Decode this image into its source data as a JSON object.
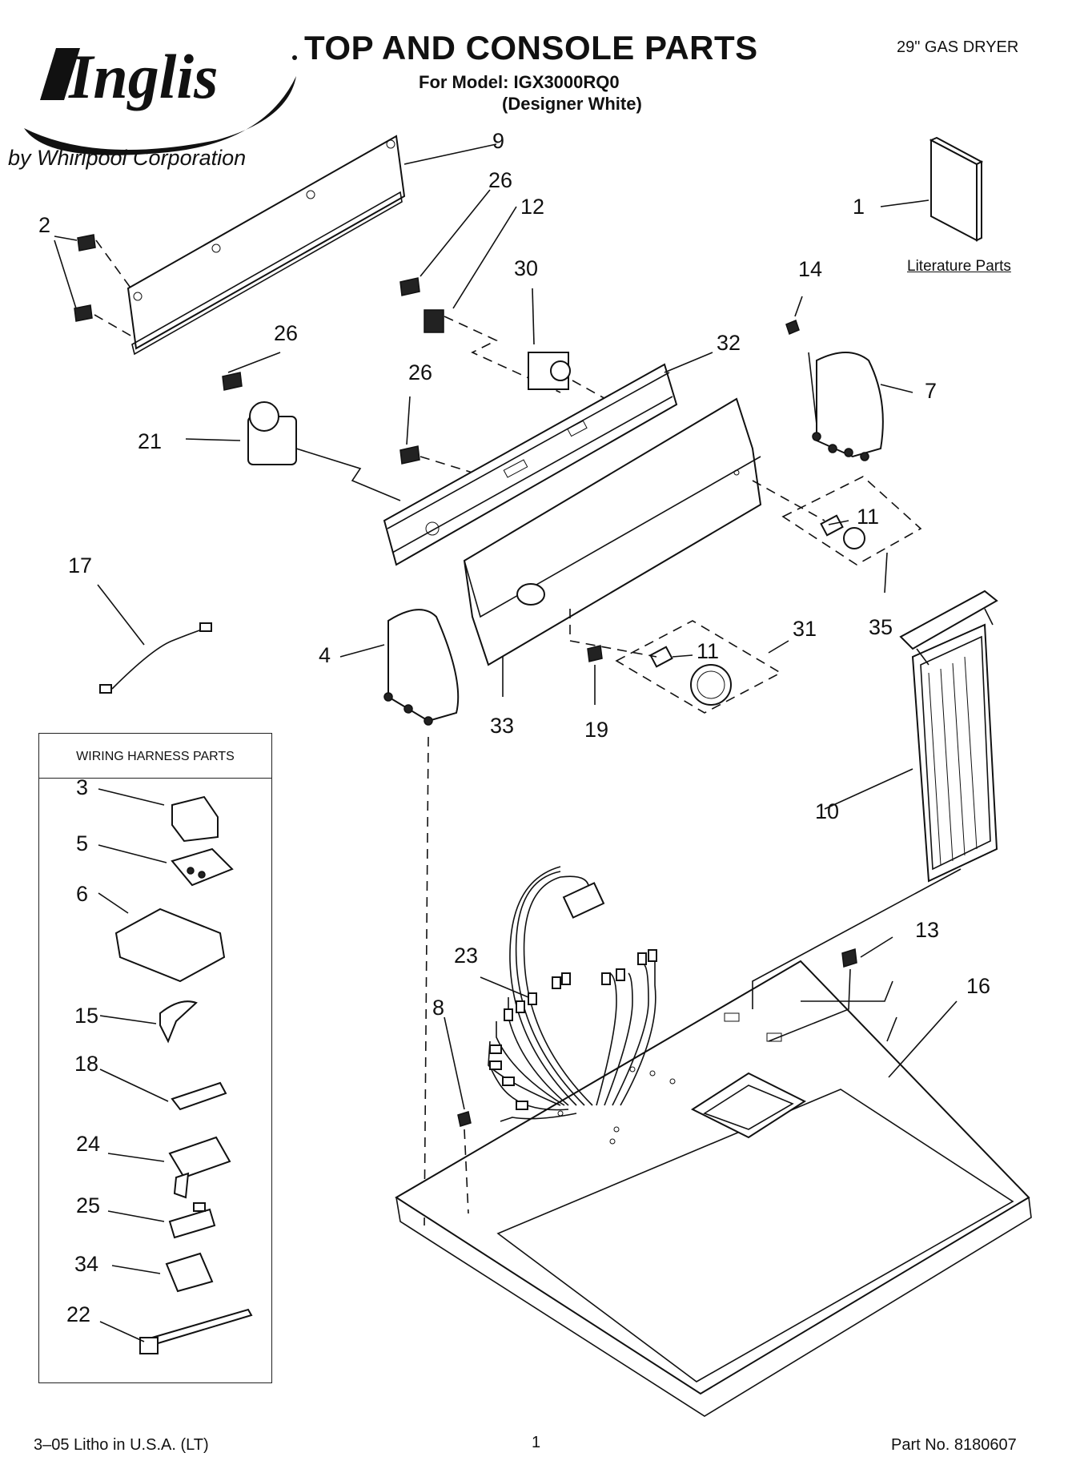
{
  "header": {
    "brand": "Inglis",
    "brand_sub": "by Whirlpool Corporation",
    "title": "TOP AND CONSOLE PARTS",
    "model_line": "For Model: IGX3000RQ0",
    "variant_line": "(Designer White)",
    "product_type": "29\" GAS DRYER"
  },
  "literature_label": "Literature Parts",
  "callouts": {
    "c1": "1",
    "c2": "2",
    "c3": "3",
    "c4": "4",
    "c5": "5",
    "c6": "6",
    "c7": "7",
    "c8": "8",
    "c9": "9",
    "c10": "10",
    "c11a": "11",
    "c11b": "11",
    "c12": "12",
    "c13": "13",
    "c14": "14",
    "c15": "15",
    "c16": "16",
    "c17": "17",
    "c18": "18",
    "c19": "19",
    "c21": "21",
    "c22": "22",
    "c23": "23",
    "c24": "24",
    "c25": "25",
    "c26a": "26",
    "c26b": "26",
    "c26c": "26",
    "c30": "30",
    "c31": "31",
    "c32": "32",
    "c33": "33",
    "c34": "34",
    "c35": "35"
  },
  "wiring_harness_box": {
    "title": "WIRING HARNESS PARTS"
  },
  "footer": {
    "litho": "3–05 Litho in U.S.A. (LT)",
    "page": "1",
    "part_no": "Part No. 8180607"
  }
}
